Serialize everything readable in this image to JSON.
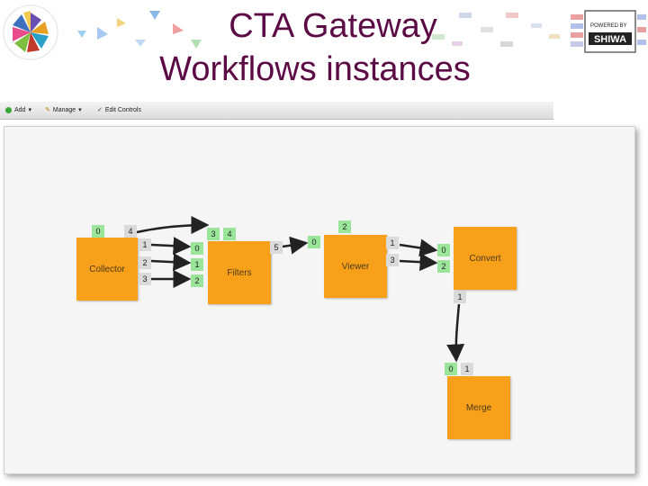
{
  "header": {
    "title_line1": "CTA Gateway",
    "title_line2": "Workflows instances",
    "right_logo_text": "POWERED BY"
  },
  "toolbar": {
    "add_label": "Add",
    "manage_label": "Manage",
    "edit_controls_label": "Edit Controls"
  },
  "workflow": {
    "nodes": [
      {
        "id": "collector",
        "label": "Collector"
      },
      {
        "id": "filters",
        "label": "Filters"
      },
      {
        "id": "viewer",
        "label": "Viewer"
      },
      {
        "id": "convert",
        "label": "Convert"
      },
      {
        "id": "merge",
        "label": "Merge"
      }
    ]
  },
  "colors": {
    "title": "#5b0a45",
    "node": "#f9a01b",
    "input_port": "#9be59b",
    "output_port": "#dadada"
  }
}
